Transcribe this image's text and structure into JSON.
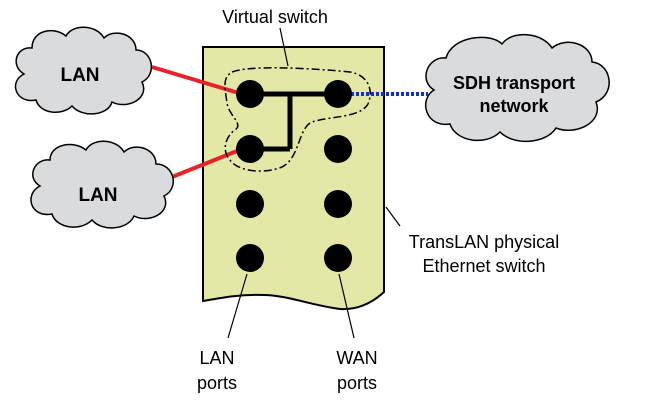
{
  "labels": {
    "virtual_switch": "Virtual switch",
    "lan_top": "LAN",
    "lan_bottom": "LAN",
    "sdh_line1": "SDH transport",
    "sdh_line2": "network",
    "translan_line1": "TransLAN physical",
    "translan_line2": "Ethernet switch",
    "lan_ports_line1": "LAN",
    "lan_ports_line2": "ports",
    "wan_ports_line1": "WAN",
    "wan_ports_line2": "ports"
  },
  "colors": {
    "switch_body": "#e3e8a7",
    "cloud_fill": "#d9dbdd",
    "lan_link": "#e8222a",
    "sdh_link": "#1030d0",
    "port": "#000000"
  }
}
